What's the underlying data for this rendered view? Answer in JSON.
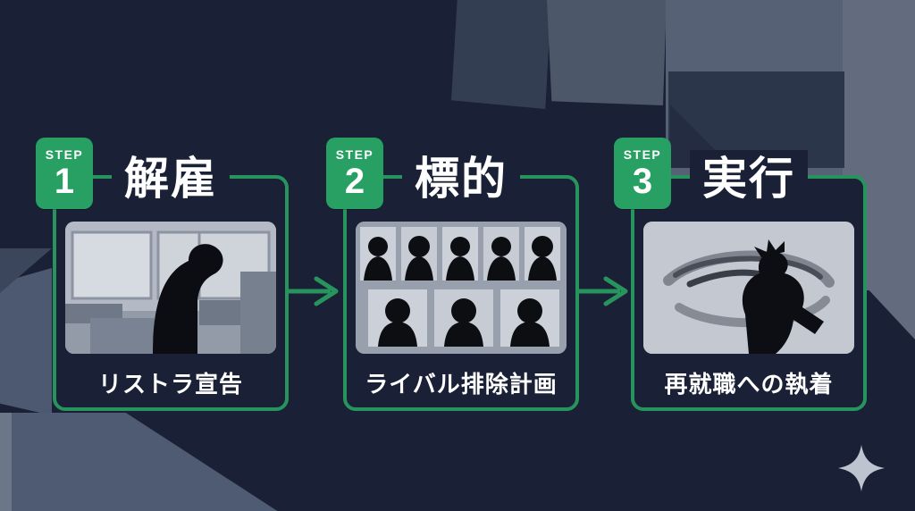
{
  "page": {
    "background": "#1a2136",
    "accent_green_badge": "#28a063",
    "accent_green_line": "#27945e",
    "text_color": "#ffffff",
    "image_panel_gray": "#b3b9c5"
  },
  "steps": [
    {
      "badge_label": "STEP",
      "badge_number": "1",
      "title": "解雇",
      "caption": "リストラ宣告",
      "image_name": "office-dismissal-silhouette"
    },
    {
      "badge_label": "STEP",
      "badge_number": "2",
      "title": "標的",
      "caption": "ライバル排除計画",
      "image_name": "rival-portraits-grid"
    },
    {
      "badge_label": "STEP",
      "badge_number": "3",
      "title": "実行",
      "caption": "再就職への執着",
      "image_name": "struggling-figure-action"
    }
  ],
  "decor": {
    "sparkle_icon": "✦",
    "flow_arrow_icon": "→"
  }
}
